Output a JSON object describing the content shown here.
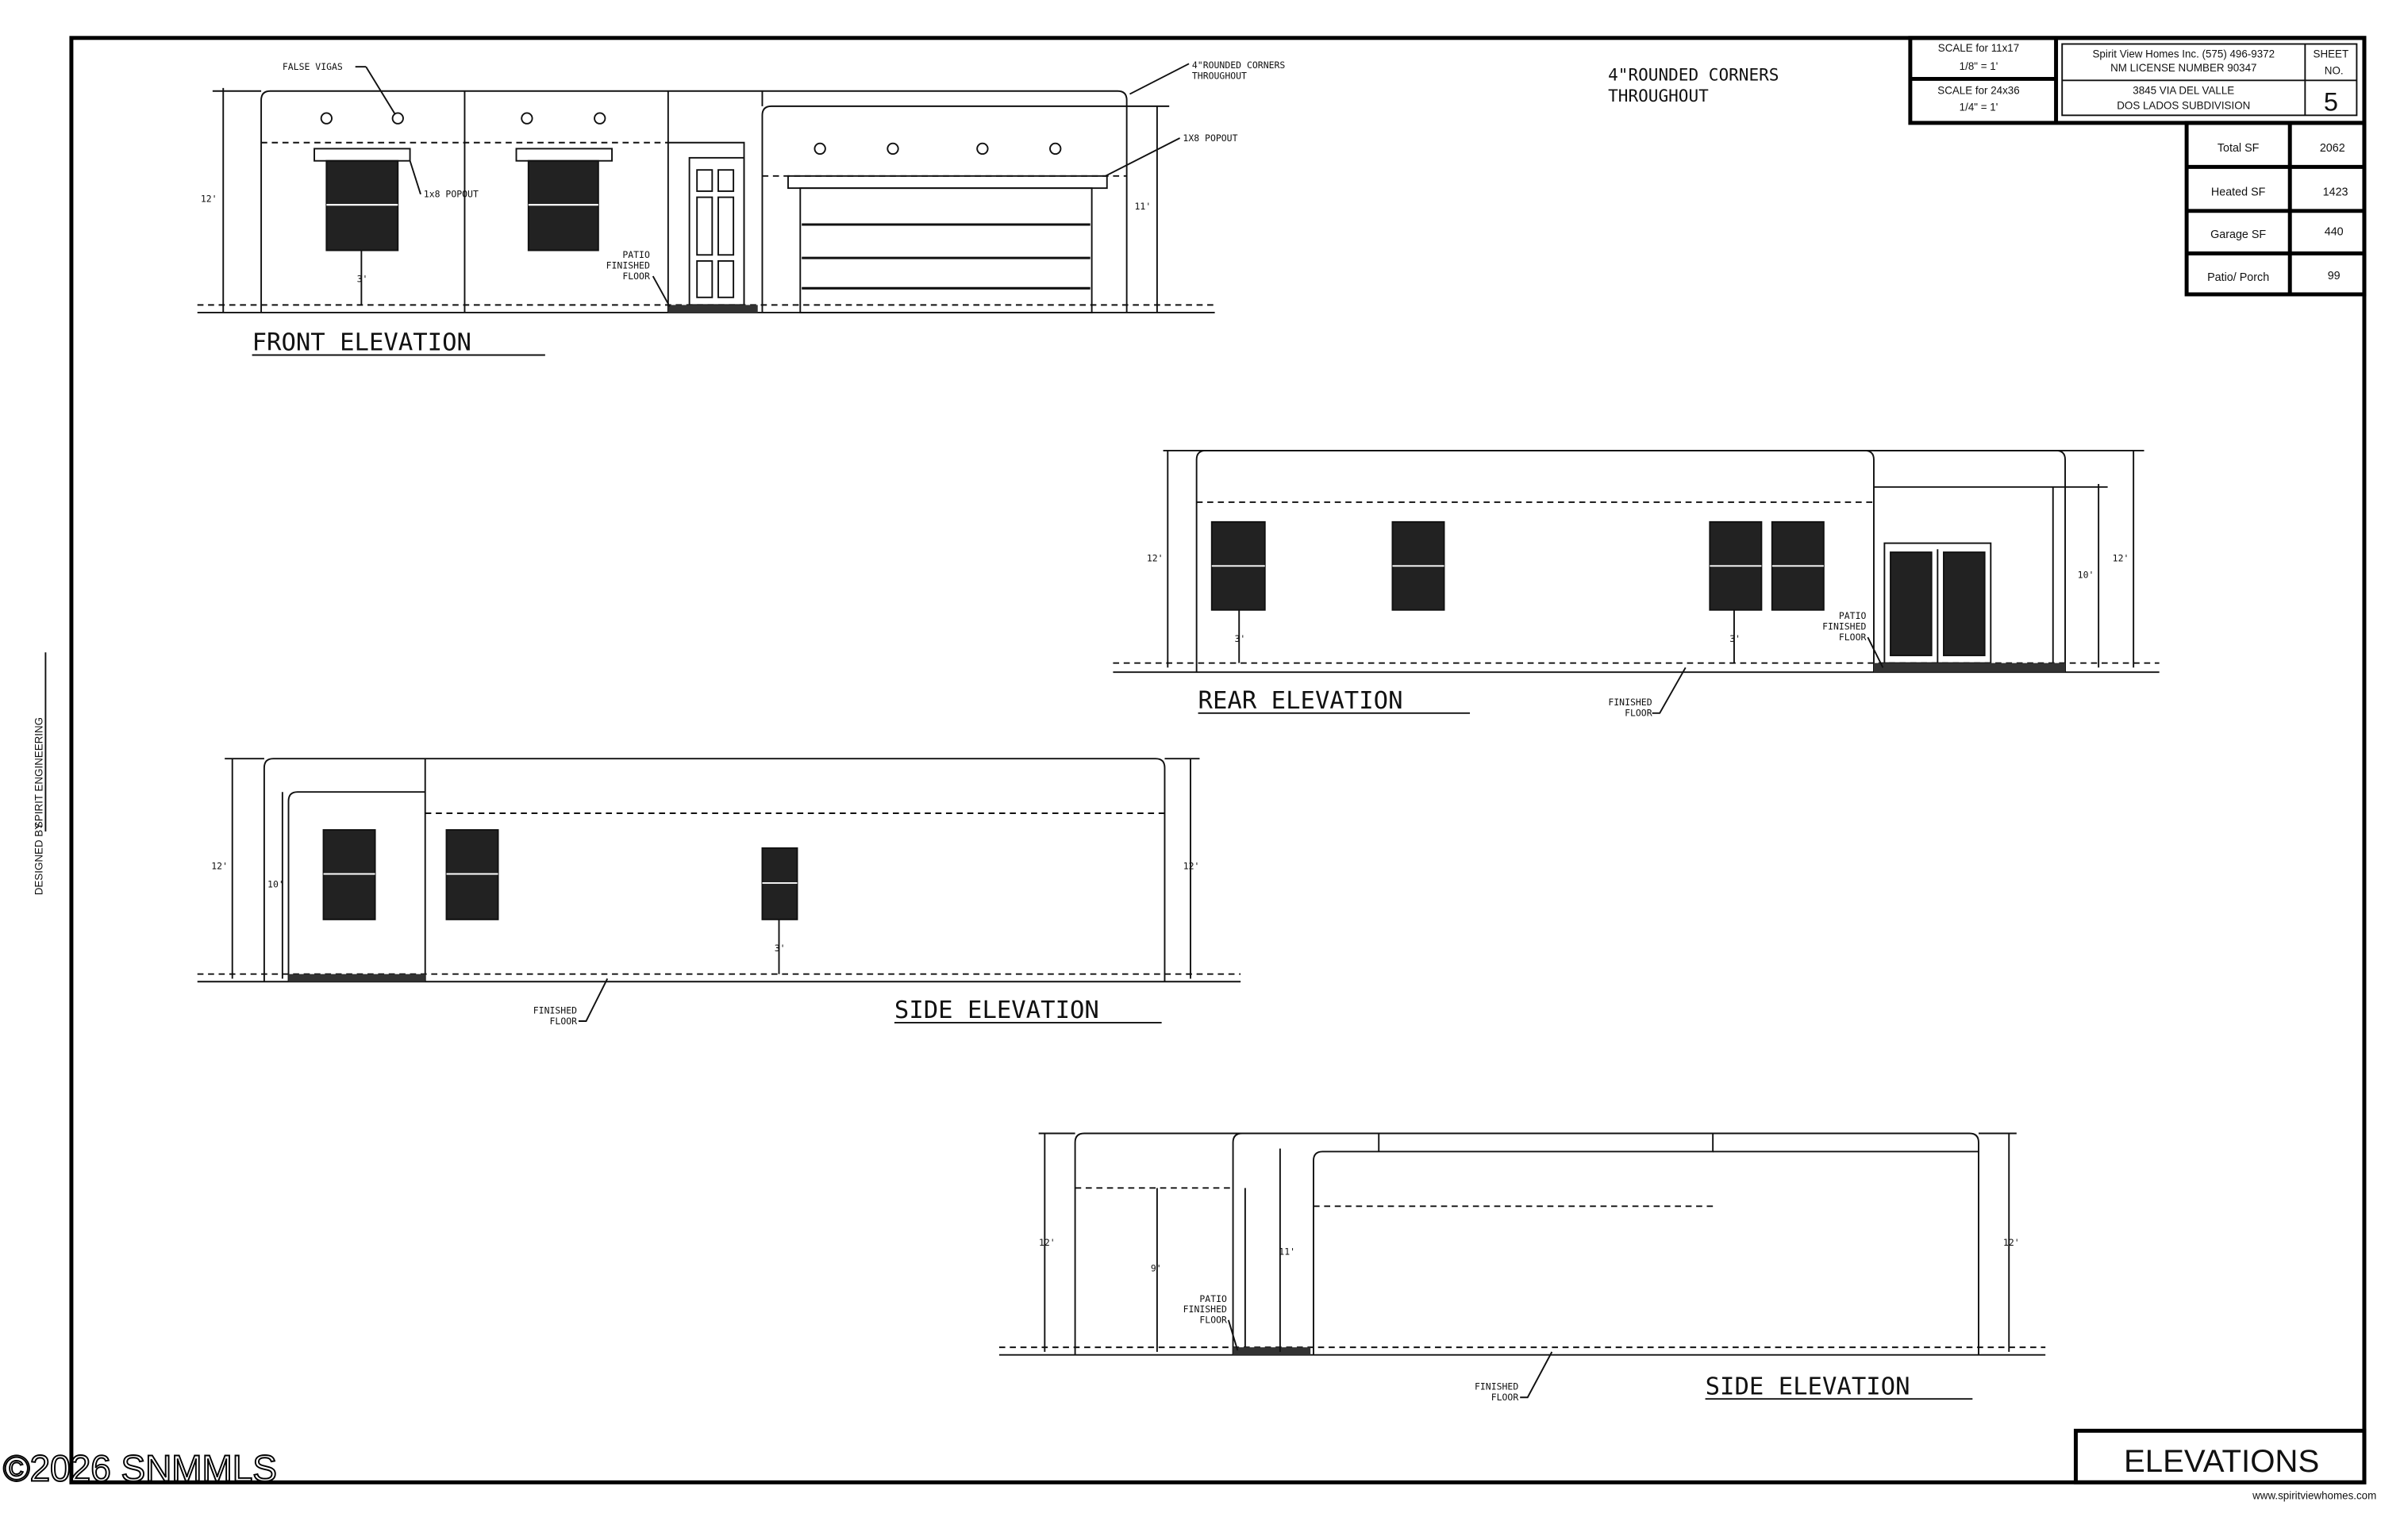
{
  "title_block": {
    "scale_11x17_label": "SCALE for 11x17",
    "scale_11x17_value": "1/8\" = 1'",
    "scale_24x36_label": "SCALE for 24x36",
    "scale_24x36_value": "1/4\" = 1'",
    "company": "Spirit View Homes Inc. (575) 496-9372",
    "license": "NM LICENSE NUMBER 90347",
    "address_line1": "3845 VIA DEL VALLE",
    "address_line2": "DOS LADOS SUBDIVISION",
    "sheet_label_1": "SHEET",
    "sheet_label_2": "NO.",
    "sheet_number": "5"
  },
  "area_table": [
    {
      "label": "Total SF",
      "value": "2062"
    },
    {
      "label": "Heated SF",
      "value": "1423"
    },
    {
      "label": "Garage SF",
      "value": "440"
    },
    {
      "label": "Patio/ Porch",
      "value": "99"
    }
  ],
  "general_note_1": "4\"ROUNDED CORNERS",
  "general_note_2": "THROUGHOUT",
  "front": {
    "title": "FRONT ELEVATION",
    "false_vigas": "FALSE VIGAS",
    "rounded_1": "4\"ROUNDED CORNERS",
    "rounded_2": "THROUGHOUT",
    "popout_window": "1x8  POPOUT",
    "popout_garage": "1X8 POPOUT",
    "patio_1": "PATIO",
    "patio_2": "FINISHED",
    "patio_3": "FLOOR",
    "dim_height": "12'",
    "dim_garage": "11'",
    "dim_sill": "3'"
  },
  "rear": {
    "title": "REAR ELEVATION",
    "dim_left": "12'",
    "dim_right_inner": "10'",
    "dim_right": "12'",
    "dim_sill_1": "3'",
    "dim_sill_2": "3'",
    "patio_1": "PATIO",
    "patio_2": "FINISHED",
    "patio_3": "FLOOR",
    "finished_1": "FINISHED",
    "finished_2": "FLOOR"
  },
  "side1": {
    "title": "SIDE ELEVATION",
    "dim_left": "12'",
    "dim_inner": "10'",
    "dim_right": "12'",
    "dim_sill": "3'",
    "finished_1": "FINISHED",
    "finished_2": "FLOOR"
  },
  "side2": {
    "title": "SIDE ELEVATION",
    "dim_left": "12'",
    "dim_9": "9'",
    "dim_11": "11'",
    "dim_right": "12'",
    "patio_1": "PATIO",
    "patio_2": "FINISHED",
    "patio_3": "FLOOR",
    "finished_1": "FINISHED",
    "finished_2": "FLOOR"
  },
  "designed_by": "DESIGNED BY",
  "designer": "SPIRIT ENGINEERING",
  "sheet_title": "ELEVATIONS",
  "website": "www.spiritviewhomes.com",
  "watermark": "©2026 SNMMLS"
}
